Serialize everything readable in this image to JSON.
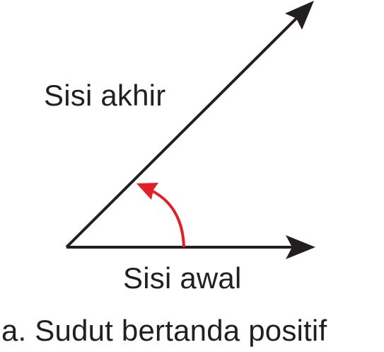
{
  "diagram": {
    "terminal_side_label": "Sisi akhir",
    "initial_side_label": "Sisi awal",
    "caption": "a. Sudut bertanda positif"
  },
  "colors": {
    "ray": "#231f20",
    "angle_arc": "#e31e24",
    "text": "#231f20",
    "background": "#ffffff"
  }
}
